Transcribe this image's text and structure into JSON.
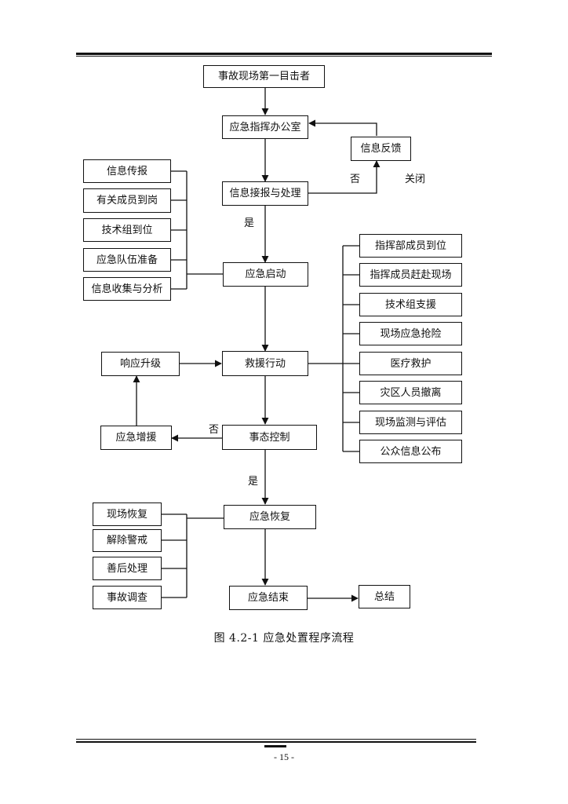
{
  "flow": {
    "witness": "事故现场第一目击者",
    "office": "应急指挥办公室",
    "info_feedback": "信息反馈",
    "report_handle": "信息接报与处理",
    "start": "应急启动",
    "rescue": "救援行动",
    "upgrade": "响应升级",
    "reinforce": "应急增援",
    "control": "事态控制",
    "recover": "应急恢复",
    "end": "应急结束",
    "summary": "总结"
  },
  "labels": {
    "no_1": "否",
    "close": "关闭",
    "yes_1": "是",
    "no_2": "否",
    "yes_2": "是"
  },
  "left_group_1": [
    "信息传报",
    "有关成员到岗",
    "技术组到位",
    "应急队伍准备",
    "信息收集与分析"
  ],
  "right_group": [
    "指挥部成员到位",
    "指挥成员赶赴现场",
    "技术组支援",
    "现场应急抢险",
    "医疗救护",
    "灾区人员撤离",
    "现场监测与评估",
    "公众信息公布"
  ],
  "left_group_2": [
    "现场恢复",
    "解除警戒",
    "善后处理",
    "事故调查"
  ],
  "caption": "图 4.2-1 应急处置程序流程",
  "page_number": "- 15 -"
}
